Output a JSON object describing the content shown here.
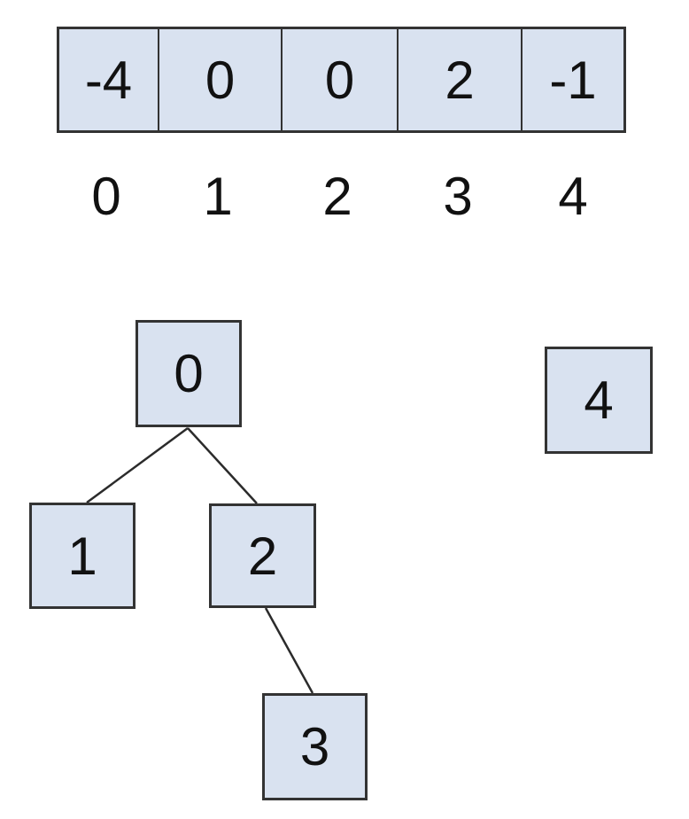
{
  "colors": {
    "background": "#ffffff",
    "node_fill": "#d9e2f0",
    "node_border": "#333333",
    "edge": "#2b2b2b",
    "text": "#111111"
  },
  "array": {
    "values": [
      "-4",
      "0",
      "0",
      "2",
      "-1"
    ],
    "indices": [
      "0",
      "1",
      "2",
      "3",
      "4"
    ]
  },
  "tree": {
    "nodes": [
      {
        "id": 0,
        "label": "0"
      },
      {
        "id": 1,
        "label": "1"
      },
      {
        "id": 2,
        "label": "2"
      },
      {
        "id": 3,
        "label": "3"
      },
      {
        "id": 4,
        "label": "4"
      }
    ],
    "edges": [
      {
        "from": 0,
        "to": 1
      },
      {
        "from": 0,
        "to": 2
      },
      {
        "from": 2,
        "to": 3
      }
    ]
  }
}
